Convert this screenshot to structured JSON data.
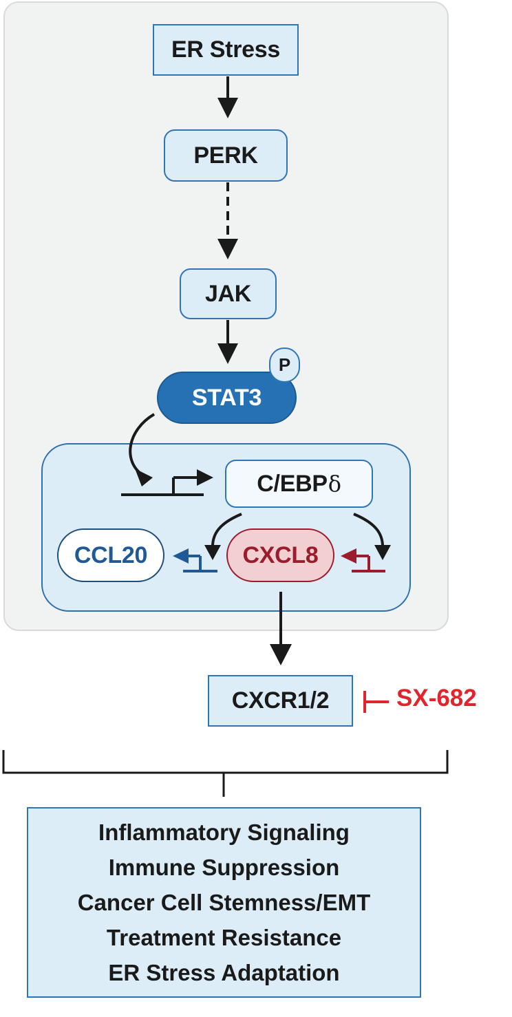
{
  "nodes": {
    "er_stress": "ER Stress",
    "perk": "PERK",
    "jak": "JAK",
    "stat3": "STAT3",
    "phospho": "P",
    "cebp_prefix": "C/EBP",
    "cebp_symbol": "δ",
    "ccl20": "CCL20",
    "cxcl8": "CXCL8",
    "cxcr": "CXCR1/2",
    "inhibitor": "SX-682"
  },
  "outcomes": [
    "Inflammatory Signaling",
    "Immune Suppression",
    "Cancer Cell Stemness/EMT",
    "Treatment Resistance",
    "ER Stress Adaptation"
  ],
  "colors": {
    "accent_blue": "#2671b4",
    "dark_blue": "#1f5996",
    "dark_red": "#9b1c2c",
    "inhibitor_red": "#e0262c",
    "light_fill": "#ddedf8",
    "panel_gray": "#f1f2f2"
  }
}
